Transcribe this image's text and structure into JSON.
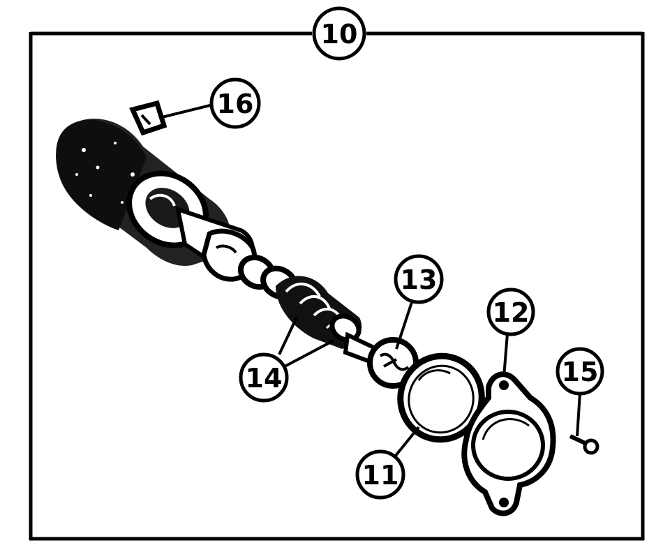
{
  "diagram": {
    "assembly_label": "10",
    "callouts": [
      {
        "id": "16",
        "label": "16"
      },
      {
        "id": "13",
        "label": "13"
      },
      {
        "id": "12",
        "label": "12"
      },
      {
        "id": "15",
        "label": "15"
      },
      {
        "id": "14",
        "label": "14"
      },
      {
        "id": "11",
        "label": "11"
      }
    ],
    "colors": {
      "ink": "#000000",
      "paper": "#ffffff"
    }
  }
}
